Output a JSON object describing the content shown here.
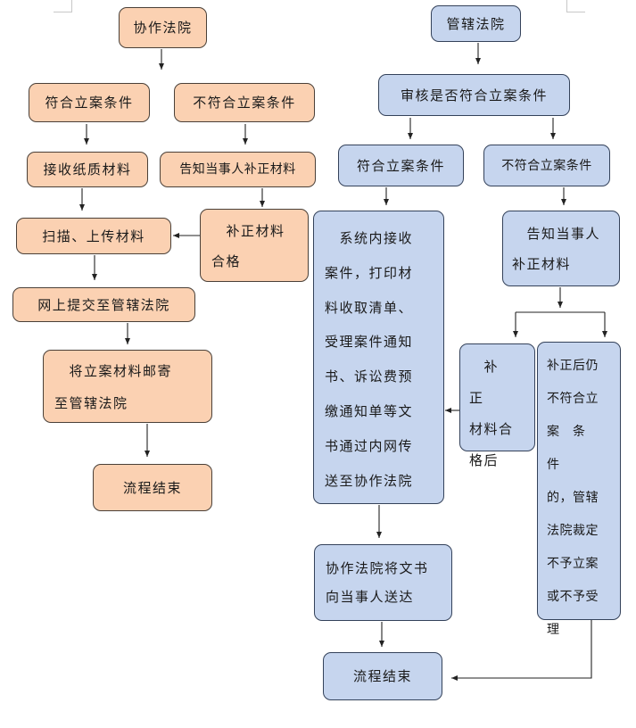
{
  "diagram": {
    "left": {
      "n1": "协作法院",
      "n2a": "符合立案条件",
      "n2b": "不符合立案条件",
      "n3a": "接收纸质材料",
      "n3b": "告知当事人补正材料",
      "n4a": "扫描、上传材料",
      "n4b": "　补正材料\n合格",
      "n5": "网上提交至管辖法院",
      "n6": "　将立案材料邮寄\n至管辖法院",
      "n7": "流程结束"
    },
    "right": {
      "n1": "管辖法院",
      "n2": "审核是否符合立案条件",
      "n3a": "符合立案条件",
      "n3b": "不符合立案条件",
      "n4a": "　系统内接收\n案件，打印材\n料收取清单、\n受理案件通知\n书、诉讼费预\n缴通知单等文\n书通过内网传\n送至协作法院",
      "n4b": "　告知当事人\n补正材料",
      "n5a": "　补　正\n材料合\n格后",
      "n5b": "补正后仍\n不符合立\n案　条　件\n的，管辖\n法院裁定\n不予立案\n或不予受\n理",
      "n6": "协作法院将文书\n向当事人送达",
      "n7": "流程结束"
    }
  }
}
